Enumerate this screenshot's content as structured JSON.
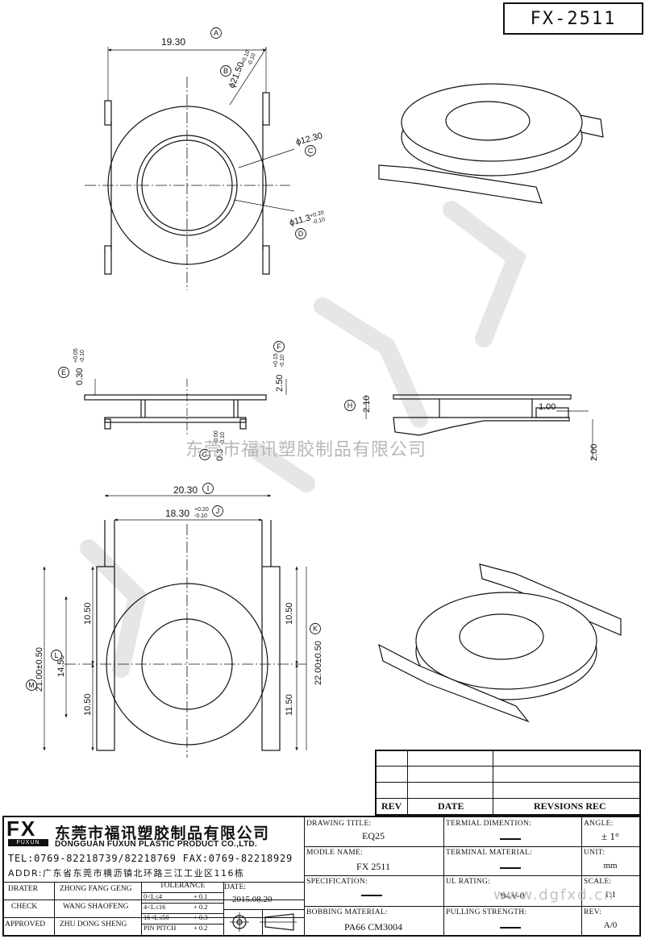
{
  "drawing_number": "FX-2511",
  "dimensions": {
    "A": "19.30",
    "B": "ϕ21.50",
    "B_tol_upper": "+0.10",
    "B_tol_lower": "-0.10",
    "C": "ϕ12.30",
    "D": "ϕ11.3",
    "D_tol_upper": "+0.20",
    "D_tol_lower": "-0.10",
    "E": "0.30",
    "E_tol_upper": "+0.05",
    "E_tol_lower": "-0.10",
    "F": "2.50",
    "F_tol_upper": "+0.15",
    "F_tol_lower": "-0.10",
    "G": "0.3",
    "G_tol_upper": "+0.00",
    "G_tol_lower": "-0.10",
    "H": "2.10",
    "side_1": "1.00",
    "side_2": "2.00",
    "I": "20.30",
    "J": "18.30",
    "J_tol_upper": "+0.20",
    "J_tol_lower": "-0.10",
    "M": "21.00±0.50",
    "L": "14.50",
    "left_top": "10.50",
    "left_bottom": "10.50",
    "right_top": "10.50",
    "right_bottom": "11.50",
    "K": "22.00±0.50"
  },
  "callouts": [
    "A",
    "B",
    "C",
    "D",
    "E",
    "F",
    "G",
    "H",
    "I",
    "J",
    "K",
    "L",
    "M"
  ],
  "watermark_text": "东莞市福讯塑胶制品有限公司",
  "watermark_site": "www.dgfxd.cn",
  "revision_table": {
    "headers": [
      "REV",
      "DATE",
      "REVSIONS REC"
    ]
  },
  "company": {
    "logo": "FX",
    "logo_sub": "FUXUN",
    "name_cn": "东莞市福讯塑胶制品有限公司",
    "name_en": "DONGGUAN FUXUN PLASTIC PRODUCT CO.,LTD.",
    "tel": "TEL:0769-82218739/82218769 FAX:0769-82218929",
    "addr": "ADDR:广东省东莞市横沥镇北环路三江工业区116栋"
  },
  "people": {
    "drater_label": "DRATER",
    "drater": "ZHONG FANG GENG",
    "check_label": "CHECK",
    "check": "WANG SHAOFENG",
    "approved_label": "APPROVED",
    "approved": "ZHU DONG SHENG"
  },
  "tolerance": {
    "title": "TOLERANCE",
    "rows": [
      {
        "range": "0<L≤4",
        "value": "+ 0.1"
      },
      {
        "range": "4<L≤16",
        "value": "+ 0.2"
      },
      {
        "range": "16<L≤50",
        "value": "+ 0.3"
      },
      {
        "range": "PIN PITCH",
        "value": "+ 0.2"
      }
    ]
  },
  "date_label": "DATE:",
  "date": "2015.08.20",
  "fields": {
    "drawing_title_label": "DRAWING TITLE:",
    "drawing_title": "EQ25",
    "model_name_label": "MODLE NAME:",
    "model_name": "FX 2511",
    "specification_label": "SPECIFICATION:",
    "bobbin_material_label": "BOBBING MATERIAL:",
    "bobbin_material": "PA66 CM3004",
    "terminal_dimention_label": "TERMIAL DIMENTION:",
    "terminal_material_label": "TERMINAL MATERIAL:",
    "ul_rating_label": "UL RATING:",
    "ul_rating": "94V-0",
    "pulling_strength_label": "PULLING STRENGTH:",
    "angle_label": "ANGLE:",
    "angle": "± 1°",
    "unit_label": "UNIT:",
    "unit": "mm",
    "scale_label": "SCALE:",
    "scale": "1:1",
    "rev_label": "REV:",
    "rev": "A/0"
  }
}
